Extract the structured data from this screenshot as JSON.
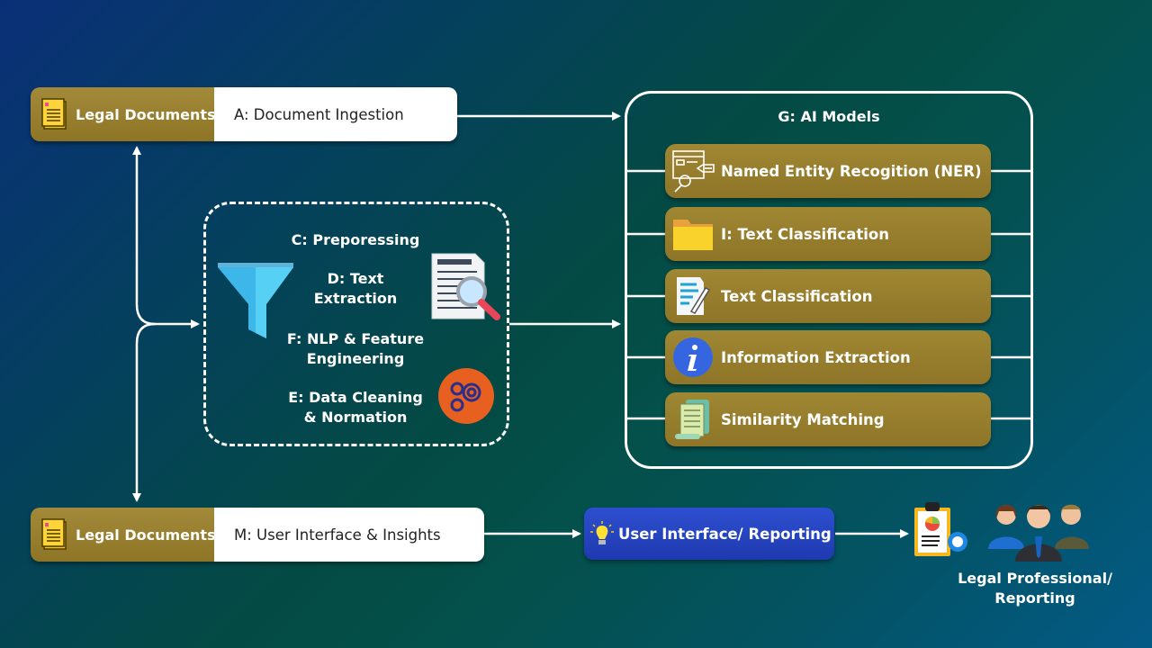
{
  "top_row": {
    "source_label": "Legal Documents",
    "stage_label": "A: Document Ingestion",
    "source_icon": "document-icon"
  },
  "bottom_row": {
    "source_label": "Legal Documents",
    "stage_label": "M: User Interface & Insights",
    "source_icon": "document-icon"
  },
  "preprocessing": {
    "title": "C: Preporessing",
    "steps": [
      {
        "line1": "D: Text",
        "line2": "Extraction",
        "icon": "document-search-icon"
      },
      {
        "line1": "F: NLP & Feature",
        "line2": "Engineering",
        "icon": "funnel-icon"
      },
      {
        "line1": "E: Data Cleaning",
        "line2": "& Normation",
        "icon": "gears-icon"
      }
    ]
  },
  "ai_models": {
    "title": "G: AI Models",
    "items": [
      {
        "label": "Named Entity Recogition (NER)",
        "icon": "entity-recognition-icon"
      },
      {
        "label": "I: Text Classification",
        "icon": "folder-icon"
      },
      {
        "label": "Text Classification",
        "icon": "document-edit-icon"
      },
      {
        "label": "Information Extraction",
        "icon": "info-icon"
      },
      {
        "label": "Similarity Matching",
        "icon": "scroll-icon"
      }
    ]
  },
  "reporting": {
    "label": "User Interface/ Reporting",
    "icon": "lightbulb-icon"
  },
  "end_user": {
    "line1": "Legal Professional/",
    "line2": "Reporting",
    "icons": [
      "report-clipboard-icon",
      "people-group-icon"
    ]
  },
  "colors": {
    "gold": "#9a8030",
    "blue_button": "#2747c4",
    "white": "#ffffff"
  }
}
